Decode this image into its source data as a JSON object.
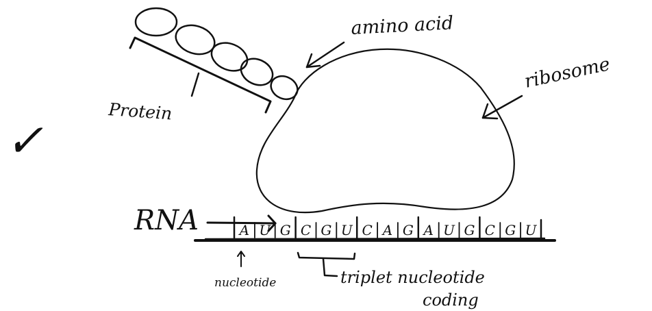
{
  "labels": {
    "amino_acid": "amino acid",
    "ribosome": "ribosome",
    "protein": "Protein",
    "rna": "RNA",
    "nucleotide": "nucleotide",
    "triplet_line1": "triplet nucleotide",
    "triplet_line2": "coding"
  },
  "rna_sequence": [
    "A",
    "U",
    "G",
    "C",
    "G",
    "U",
    "C",
    "A",
    "G",
    "A",
    "U",
    "G",
    "C",
    "G",
    "U"
  ],
  "check_mark": "✓"
}
